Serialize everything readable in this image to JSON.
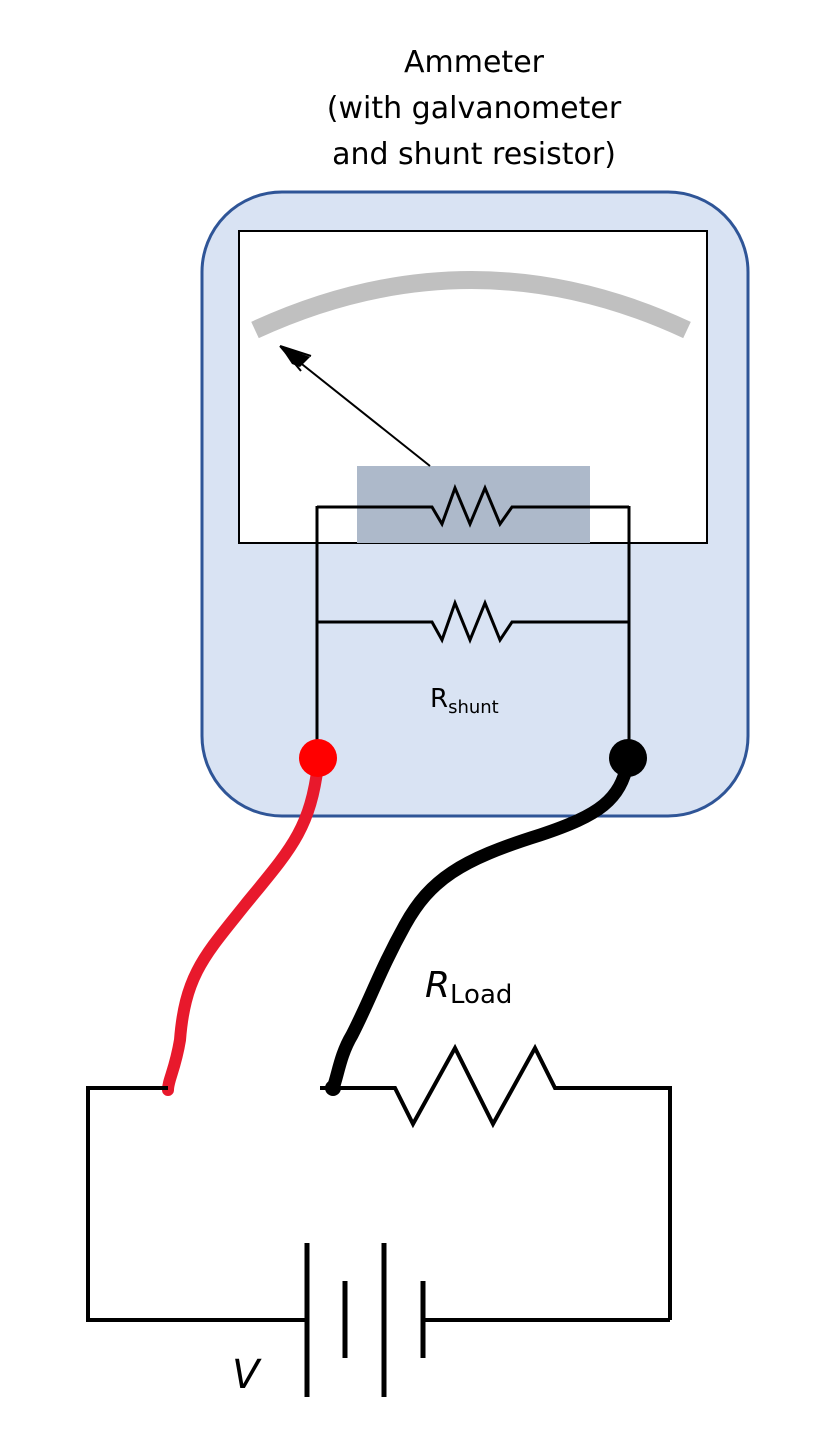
{
  "title": {
    "line1": "Ammeter",
    "line2": "(with galvanometer",
    "line3": "and shunt resistor)"
  },
  "labels": {
    "shunt_main": "R",
    "shunt_sub": "shunt",
    "load_main": "R",
    "load_sub": "Load",
    "voltage": "V"
  },
  "colors": {
    "meter_fill": "#d9e3f3",
    "meter_border": "#2f5597",
    "galvanometer_block": "#adb9ca",
    "scale_arc": "#c0c0c0",
    "positive_lead": "#e8192c",
    "positive_terminal": "#ff0000",
    "negative_lead": "#000000"
  }
}
